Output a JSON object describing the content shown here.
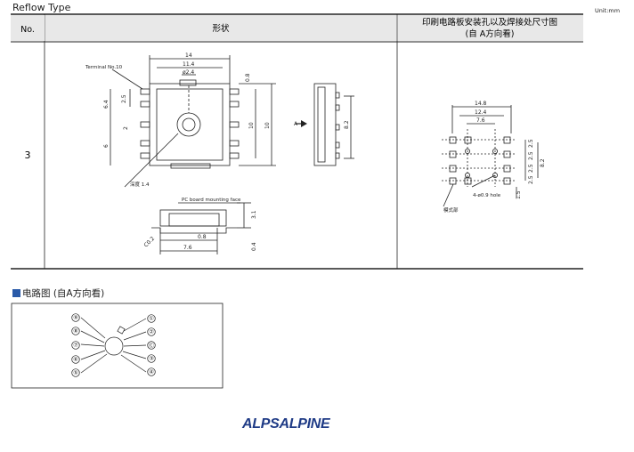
{
  "header": {
    "title": "Reflow Type",
    "unit": "Unit:mm"
  },
  "table": {
    "columns": [
      "No.",
      "形状",
      "印刷电路板安装孔以及焊接处尺寸图",
      "(自 A方向看)"
    ],
    "row": {
      "no": "3"
    }
  },
  "shape_drawing": {
    "terminal_label": "Terminal No.10",
    "depth_label": "深度 1.4",
    "pcb_face_label": "PC board mounting face",
    "view_arrow_label": "A",
    "dims": [
      "14",
      "11.4",
      "ø2.4",
      "0.8",
      "2.5",
      "6.4",
      "2",
      "6",
      "10",
      "10",
      "8.2",
      "3.1",
      "0.4",
      "C0.2",
      "0.8",
      "7.6"
    ]
  },
  "pcb_drawing": {
    "dims": [
      "14.8",
      "12.4",
      "7.6",
      "2.5",
      "2.5",
      "2.5",
      "2.5",
      "8.2",
      "1.5"
    ],
    "hole_label": "4-ø0.9 hole",
    "pattern_label": "模式部"
  },
  "circuit": {
    "title": "电路图 (自A方向看)",
    "left_pins": [
      "⑨",
      "⑧",
      "⑦",
      "⑥",
      "⑤"
    ],
    "right_pins": [
      "①",
      "②",
      "Ⓒ",
      "③",
      "④"
    ]
  },
  "footer": {
    "logo": "ALPSALPINE"
  }
}
